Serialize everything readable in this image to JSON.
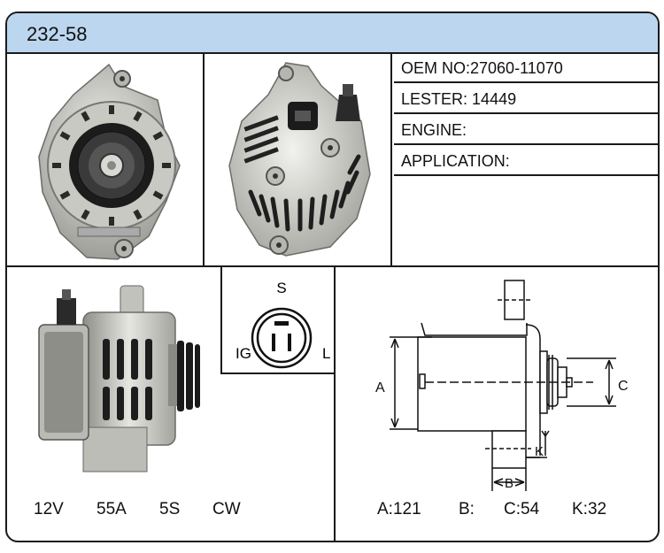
{
  "title": "232-58",
  "specs": {
    "oem_label": "OEM NO:",
    "oem_value": "27060-11070",
    "lester_label": "LESTER:",
    "lester_value": "14449",
    "engine_label": "ENGINE:",
    "engine_value": "",
    "application_label": "APPLICATION:",
    "application_value": ""
  },
  "connector": {
    "top": "S",
    "left": "IG",
    "right": "L"
  },
  "ratings": [
    "12V",
    "55A",
    "5S",
    "CW"
  ],
  "diagram_labels": {
    "a": "A",
    "b": "B",
    "c": "C",
    "k": "K"
  },
  "dimensions": [
    "A:121",
    "B:",
    "C:54",
    "K:32"
  ]
}
